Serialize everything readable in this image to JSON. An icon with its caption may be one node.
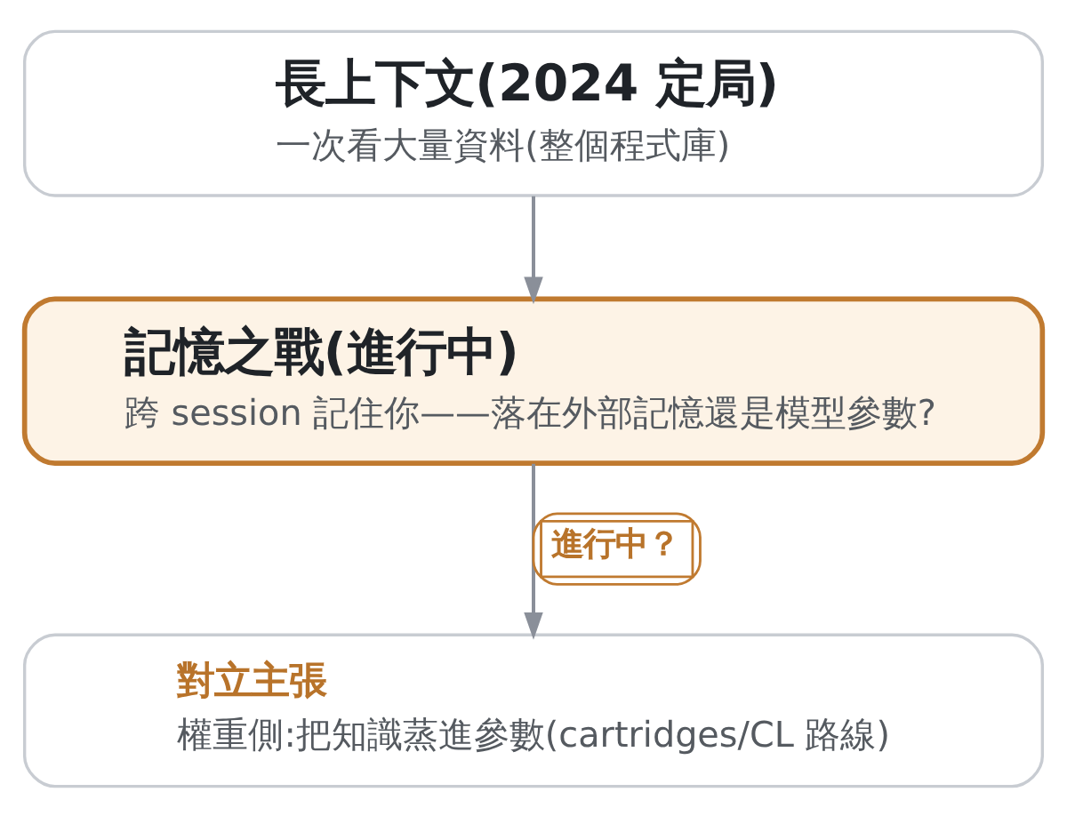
{
  "diagram": {
    "nodes": [
      {
        "text": [
          "長上下文(2024 定局)",
          "一次看大量資料(整個程式庫)"
        ]
      },
      {
        "text": [
          "記憶之戰(進行中)",
          "跨 session 記住你——落在外部記憶還是模型參數?"
        ]
      },
      {
        "text": [
          "對立主張",
          "權重側:把知識蒸進參數(cartridges/CL 路線)"
        ]
      }
    ],
    "edges": [
      {
        "from": 0,
        "to": 1,
        "arrow": "to"
      },
      {
        "from": 1,
        "to": 2,
        "arrow": "to",
        "label": "進行中？"
      }
    ]
  }
}
